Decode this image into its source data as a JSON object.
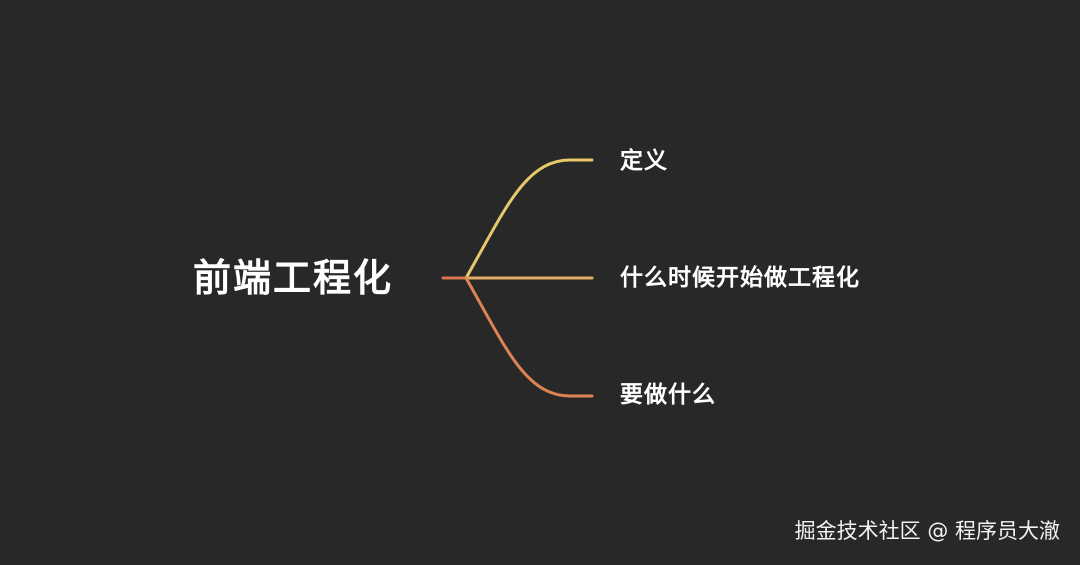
{
  "mindmap": {
    "root": "前端工程化",
    "branches": [
      {
        "label": "定义",
        "color": "#E8C96A"
      },
      {
        "label": "什么时候开始做工程化",
        "color": "#E6AA68"
      },
      {
        "label": "要做什么",
        "color": "#DE8454"
      }
    ],
    "stem_color": "#D9754E"
  },
  "watermark": {
    "text": "掘金技术社区 @ 程序员大澈"
  }
}
